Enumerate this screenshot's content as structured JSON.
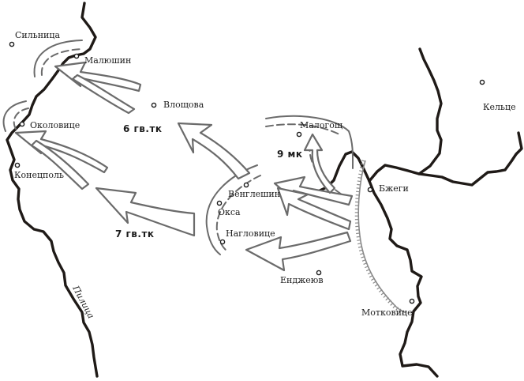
{
  "towns": [
    {
      "name": "Сильница"
    },
    {
      "name": "Малюшин"
    },
    {
      "name": "Влощова"
    },
    {
      "name": "Околовице"
    },
    {
      "name": "Конецполь"
    },
    {
      "name": "Малогощ"
    },
    {
      "name": "Кельце"
    },
    {
      "name": "Венглешин"
    },
    {
      "name": "Окса"
    },
    {
      "name": "Нагловице"
    },
    {
      "name": "Бжеги"
    },
    {
      "name": "Енджеюв"
    },
    {
      "name": "Мотковице"
    }
  ],
  "unit_labels": {
    "army_6": "6 гв.тк",
    "army_7": "7 гв.тк",
    "corps_9": "9 мк"
  },
  "rivers": {
    "pilica": "Пилица"
  },
  "colors": {
    "river": "#1f1a17",
    "arrow_stroke": "#6b6b6b",
    "arrow_fill": "#ffffff",
    "text": "#1c1c1c"
  }
}
